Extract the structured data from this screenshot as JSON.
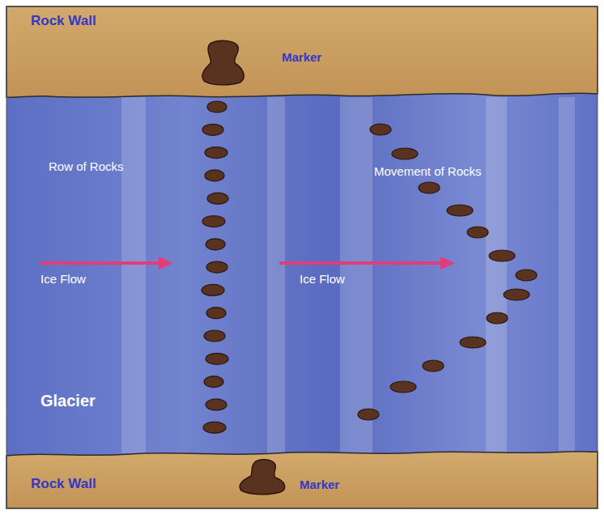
{
  "diagram": {
    "nodes": [
      {
        "text": [
          "Rock Wall",
          "Marker"
        ]
      },
      {
        "text": [
          "Row of Rocks",
          "Movement of Rocks",
          "Ice Flow",
          "Ice Flow",
          "Glacier"
        ]
      },
      {
        "text": [
          "Rock Wall",
          "Marker"
        ]
      }
    ]
  }
}
